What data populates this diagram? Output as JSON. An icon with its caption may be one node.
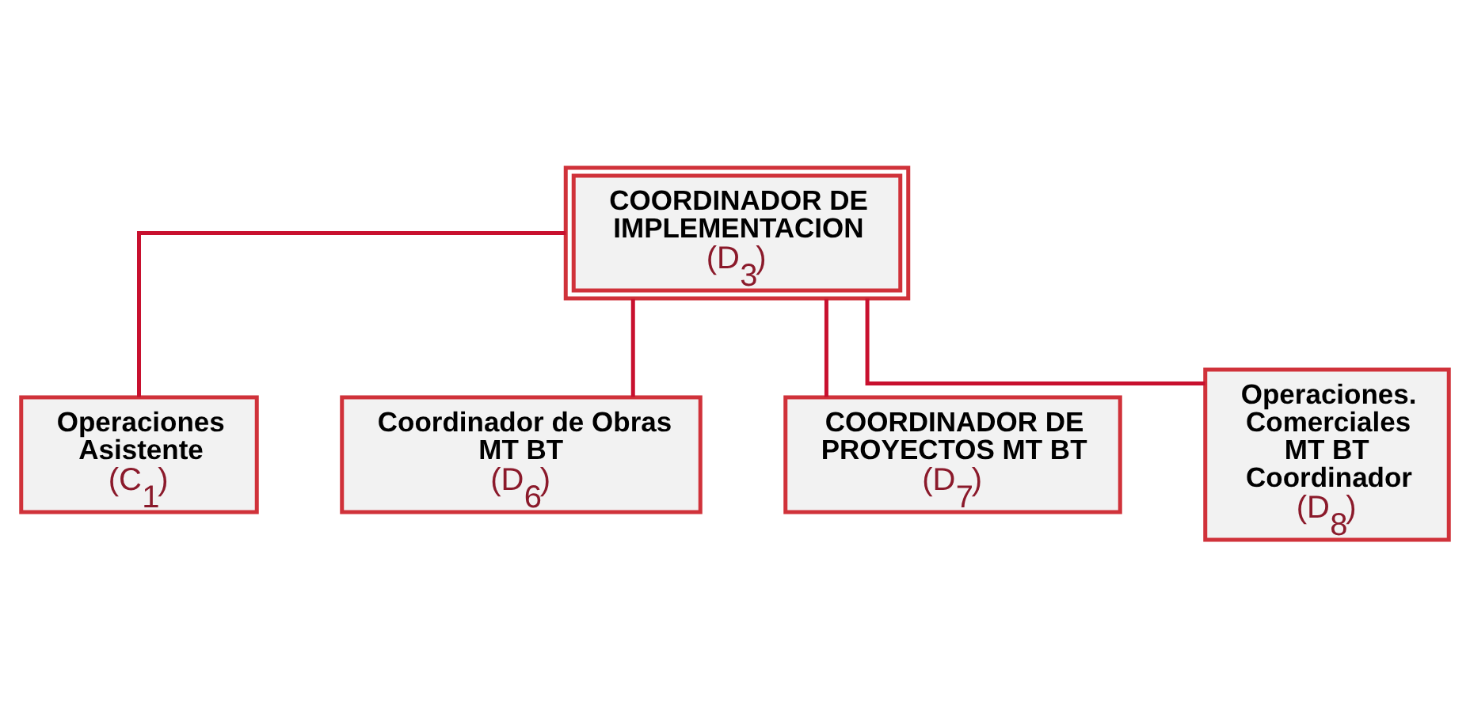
{
  "diagram": {
    "nodes": [
      {
        "text": [
          "COORDINADOR DE IMPLEMENTACION",
          "(D$_{3}$)"
        ]
      },
      {
        "text": [
          "Operaciones Asistente",
          "(C$_{1}$)"
        ]
      },
      {
        "text": [
          "Coordinador de Obras MT BT",
          "(D$_{6}$)"
        ]
      },
      {
        "text": [
          "COORDINADOR DE PROYECTOS MT BT",
          "(D$_{7}$)"
        ]
      },
      {
        "text": [
          "Operaciones. Comerciales MT BT Coordinador",
          "(D$_{8}$)"
        ]
      }
    ],
    "edges": [
      {
        "from": 0,
        "to": 1,
        "arrow": "none"
      },
      {
        "from": 0,
        "to": 2,
        "arrow": "none"
      },
      {
        "from": 0,
        "to": 3,
        "arrow": "none"
      },
      {
        "from": 0,
        "to": 4,
        "arrow": "none"
      }
    ]
  }
}
